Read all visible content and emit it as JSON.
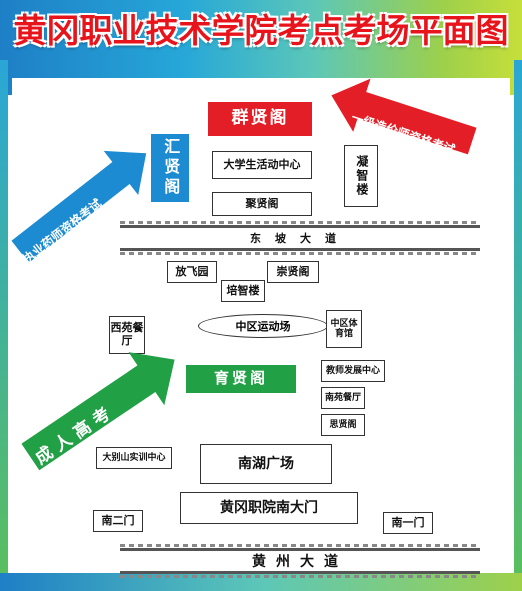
{
  "title": "黄冈职业技术学院考点考场平面图",
  "buildings": {
    "qunxian": "群贤阁",
    "huixian": "汇贤阁",
    "student_center": "大学生活动中心",
    "juxian": "聚贤阁",
    "ningzhi": "凝智楼",
    "fangfei": "放飞园",
    "chongxian": "崇贤阁",
    "peizhi": "培智楼",
    "xiyuan_canteen": "西苑餐厅",
    "central_field": "中区运动场",
    "central_gym": "中区体育馆",
    "yuxian": "育贤阁",
    "teacher_center": "教师发展中心",
    "nanyuan_canteen": "南苑餐厅",
    "sixian": "思贤阁",
    "dabieshan": "大别山实训中心",
    "nanhu_square": "南湖广场",
    "south_gate": "黄冈职院南大门",
    "south_gate_2": "南二门",
    "south_gate_1": "南一门"
  },
  "roads": {
    "dongpo": "东坡大道",
    "huangzhou": "黄州大道"
  },
  "arrows": {
    "red": "一级造价师资格考试",
    "blue": "执业药师资格考试",
    "green": "成人高考"
  },
  "colors": {
    "title": "#e8141c",
    "red": "#e41e26",
    "blue": "#1c8bd2",
    "green": "#22a046"
  }
}
